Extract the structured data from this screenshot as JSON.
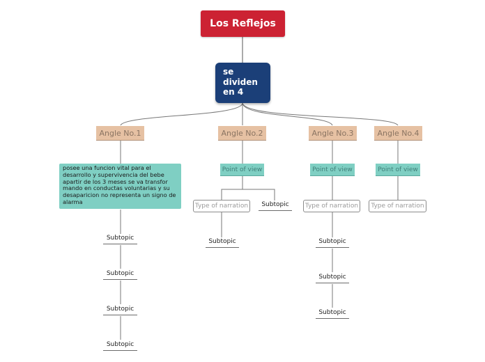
{
  "root": {
    "label": "Los Reflejos"
  },
  "main": {
    "label": "se dividen en 4"
  },
  "angles": [
    {
      "label": "Angle No.1",
      "description": "posee una funcion vital para el desarrollo y supervivencia del bebe apartir de los 3 meses  se va transfor mando en conductas voluntarias y su desaparicion no representa un signo de alarma",
      "subtopics": [
        "Subtopic",
        "Subtopic",
        "Subtopic",
        "Subtopic"
      ]
    },
    {
      "label": "Angle No.2",
      "point_of_view": "Point of view",
      "narration": "Type of narration",
      "side_subtopic": "Subtopic",
      "subtopics": [
        "Subtopic"
      ]
    },
    {
      "label": "Angle No.3",
      "point_of_view": "Point of view",
      "narration": "Type of narration",
      "subtopics": [
        "Subtopic",
        "Subtopic",
        "Subtopic"
      ]
    },
    {
      "label": "Angle No.4",
      "point_of_view": "Point of view",
      "narration": "Type of narration"
    }
  ],
  "colors": {
    "root": "#cc2233",
    "main": "#1b3f78",
    "angle": "#e6c1a3",
    "teal": "#7fcfc3",
    "connector": "#777777"
  }
}
